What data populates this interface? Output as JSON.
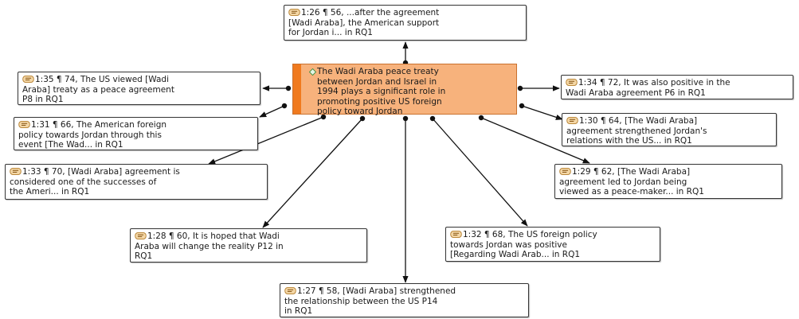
{
  "center": {
    "label": "The Wadi Araba peace treaty\nbetween Jordan and Israel in\n1994 plays a significant role in\npromoting positive US foreign\npolicy toward Jordan",
    "icon": "code-diamond-icon",
    "bar_color": "#f07a1e",
    "fill_color": "#f7b27c"
  },
  "quotations": [
    {
      "id": "q56",
      "icon": "quotation-icon",
      "label": "1:26 ¶ 56, ...after the agreement\n[Wadi Araba], the American support\nfor Jordan i... in RQ1"
    },
    {
      "id": "q74",
      "icon": "quotation-icon",
      "label": "1:35 ¶ 74, The US viewed [Wadi\nAraba] treaty as a peace agreement\nP8 in RQ1"
    },
    {
      "id": "q66",
      "icon": "quotation-icon",
      "label": "1:31 ¶ 66, The American foreign\npolicy towards Jordan through this\nevent [The Wad... in RQ1"
    },
    {
      "id": "q70",
      "icon": "quotation-icon",
      "label": "1:33 ¶ 70, [Wadi Araba] agreement is\nconsidered one of the successes of\nthe Ameri... in RQ1"
    },
    {
      "id": "q60",
      "icon": "quotation-icon",
      "label": "1:28 ¶ 60, It is hoped that Wadi\nAraba will change the reality P12 in\nRQ1"
    },
    {
      "id": "q58",
      "icon": "quotation-icon",
      "label": "1:27 ¶ 58, [Wadi Araba] strengthened\nthe relationship between the US P14\nin RQ1"
    },
    {
      "id": "q68",
      "icon": "quotation-icon",
      "label": "1:32 ¶ 68, The US foreign policy\ntowards Jordan was positive\n[Regarding Wadi Arab... in RQ1"
    },
    {
      "id": "q62",
      "icon": "quotation-icon",
      "label": "1:29 ¶ 62, [The Wadi Araba]\nagreement led to Jordan being\nviewed as a peace-maker... in RQ1"
    },
    {
      "id": "q64",
      "icon": "quotation-icon",
      "label": "1:30 ¶ 64, [The Wadi Araba]\nagreement strengthened Jordan's\nrelations with the US... in RQ1"
    },
    {
      "id": "q72",
      "icon": "quotation-icon",
      "label": "1:34 ¶ 72, It was also positive in the\nWadi Araba agreement P6 in RQ1"
    }
  ]
}
